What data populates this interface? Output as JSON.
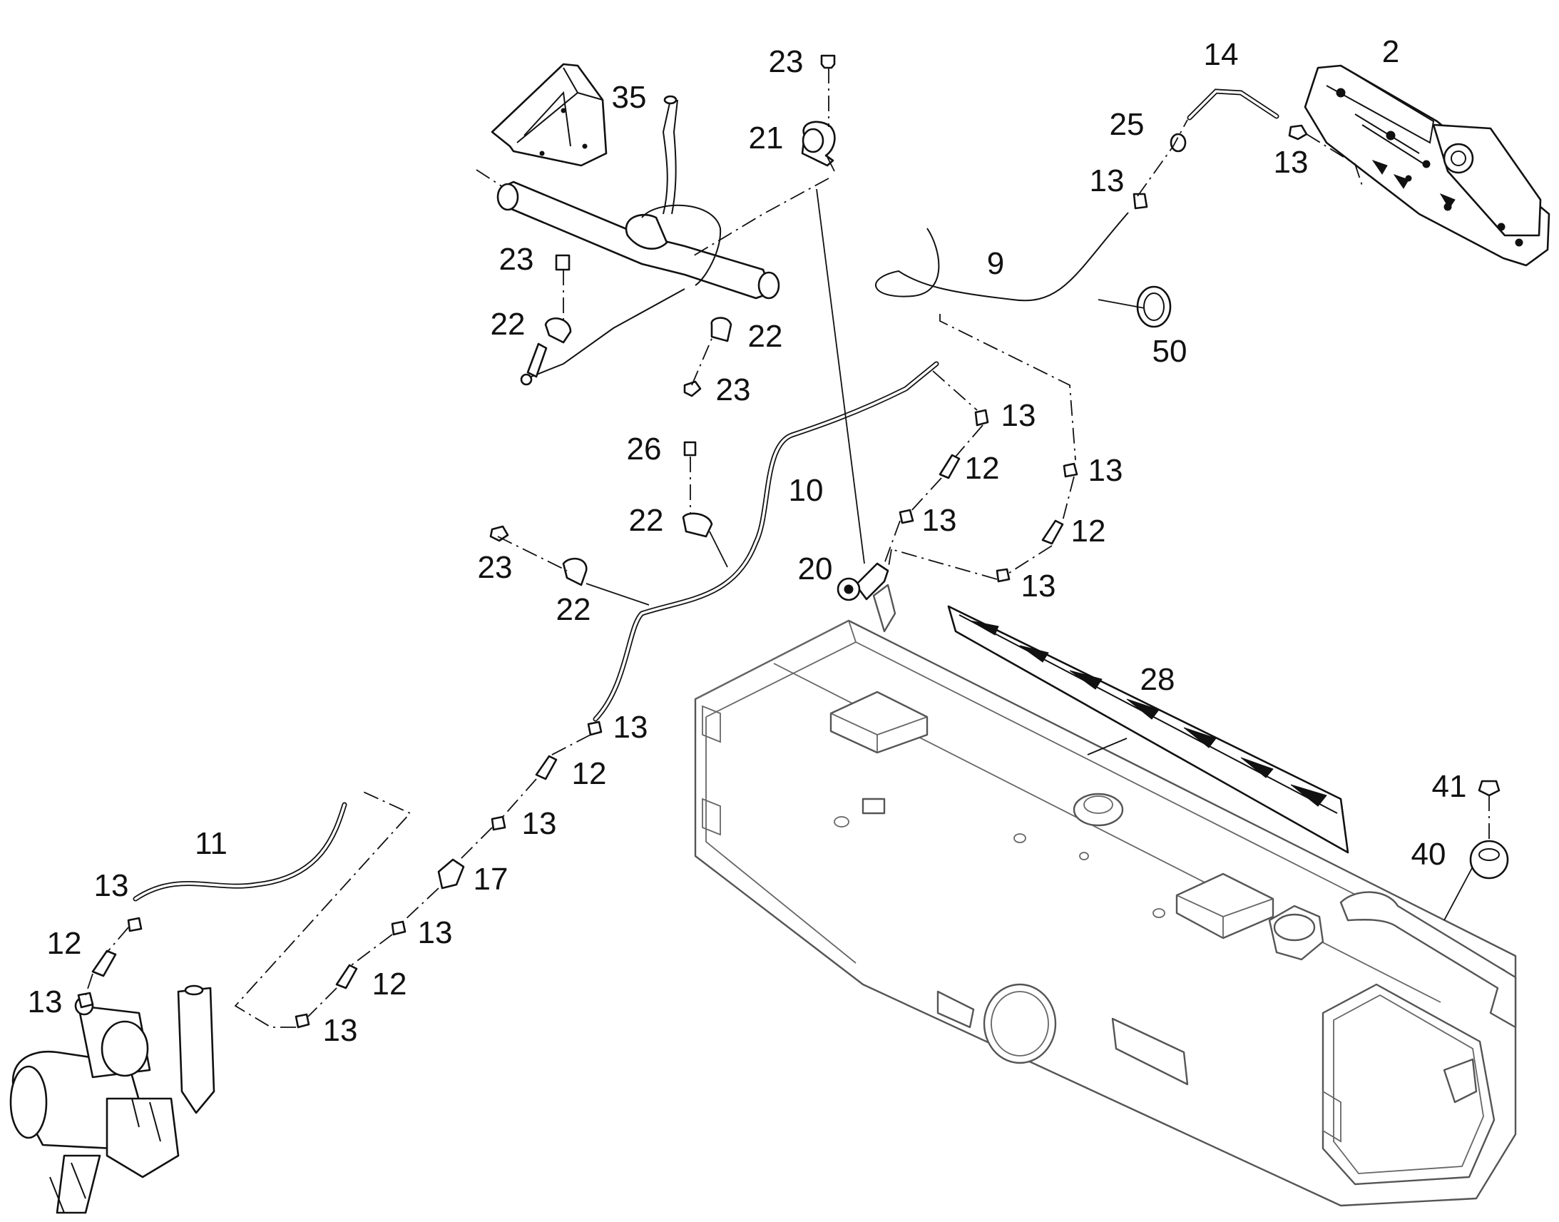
{
  "diagram": {
    "callouts": [
      {
        "id": "c-2",
        "text": "2"
      },
      {
        "id": "c-9",
        "text": "9"
      },
      {
        "id": "c-10",
        "text": "10"
      },
      {
        "id": "c-11",
        "text": "11"
      },
      {
        "id": "c-12a",
        "text": "12"
      },
      {
        "id": "c-12b",
        "text": "12"
      },
      {
        "id": "c-12c",
        "text": "12"
      },
      {
        "id": "c-12d",
        "text": "12"
      },
      {
        "id": "c-12e",
        "text": "12"
      },
      {
        "id": "c-13a",
        "text": "13"
      },
      {
        "id": "c-13b",
        "text": "13"
      },
      {
        "id": "c-13c",
        "text": "13"
      },
      {
        "id": "c-13d",
        "text": "13"
      },
      {
        "id": "c-13e",
        "text": "13"
      },
      {
        "id": "c-13f",
        "text": "13"
      },
      {
        "id": "c-13g",
        "text": "13"
      },
      {
        "id": "c-13h",
        "text": "13"
      },
      {
        "id": "c-13i",
        "text": "13"
      },
      {
        "id": "c-13j",
        "text": "13"
      },
      {
        "id": "c-13k",
        "text": "13"
      },
      {
        "id": "c-13l",
        "text": "13"
      },
      {
        "id": "c-14",
        "text": "14"
      },
      {
        "id": "c-17",
        "text": "17"
      },
      {
        "id": "c-20",
        "text": "20"
      },
      {
        "id": "c-21",
        "text": "21"
      },
      {
        "id": "c-22a",
        "text": "22"
      },
      {
        "id": "c-22b",
        "text": "22"
      },
      {
        "id": "c-22c",
        "text": "22"
      },
      {
        "id": "c-22d",
        "text": "22"
      },
      {
        "id": "c-23a",
        "text": "23"
      },
      {
        "id": "c-23b",
        "text": "23"
      },
      {
        "id": "c-23c",
        "text": "23"
      },
      {
        "id": "c-23d",
        "text": "23"
      },
      {
        "id": "c-25",
        "text": "25"
      },
      {
        "id": "c-26",
        "text": "26"
      },
      {
        "id": "c-28",
        "text": "28"
      },
      {
        "id": "c-35",
        "text": "35"
      },
      {
        "id": "c-40",
        "text": "40"
      },
      {
        "id": "c-41",
        "text": "41"
      },
      {
        "id": "c-50",
        "text": "50"
      }
    ]
  }
}
